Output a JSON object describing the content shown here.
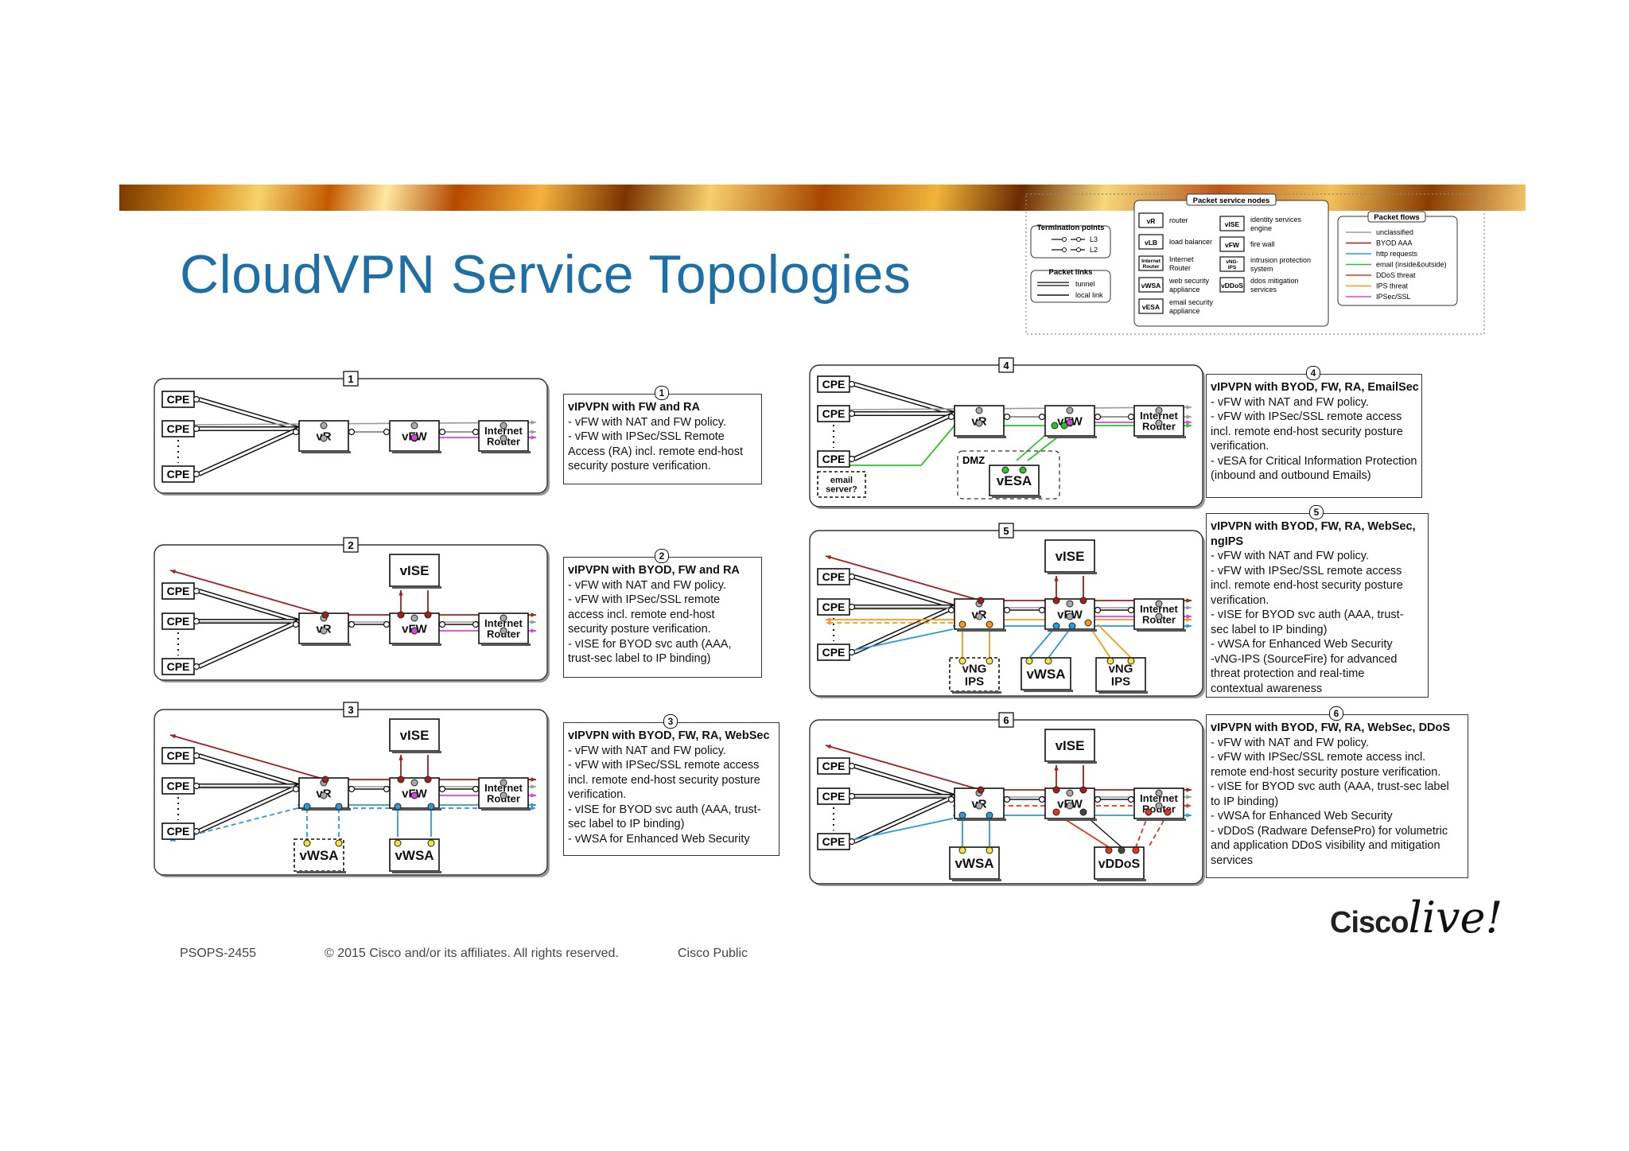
{
  "title": "CloudVPN Service Topologies",
  "footer": {
    "code": "PSOPS-2455",
    "copyright": "© 2015 Cisco and/or its affiliates. All rights reserved.",
    "classification": "Cisco Public",
    "logo_word": "Cisco",
    "logo_script": "live!"
  },
  "legend": {
    "termination_title": "Termination points",
    "termination_items": [
      "L3",
      "L2"
    ],
    "links_title": "Packet links",
    "links_items": [
      "tunnel",
      "local link"
    ],
    "nodes_title": "Packet service nodes",
    "nodes": [
      {
        "abbr": "vR",
        "desc": "router"
      },
      {
        "abbr": "vLB",
        "desc": "load balancer"
      },
      {
        "abbr": "Internet Router",
        "desc": "Internet Router"
      },
      {
        "abbr": "vWSA",
        "desc": "web security appliance"
      },
      {
        "abbr": "vESA",
        "desc": "email security appliance"
      },
      {
        "abbr": "vISE",
        "desc": "identity services engine"
      },
      {
        "abbr": "vFW",
        "desc": "fire wall"
      },
      {
        "abbr": "vNG-IPS",
        "desc": "intrusion protection system"
      },
      {
        "abbr": "vDDoS",
        "desc": "ddos mitigation services"
      }
    ],
    "flows_title": "Packet flows",
    "flows": [
      {
        "label": "unclassified",
        "color": "#9a9a9a"
      },
      {
        "label": "BYOD AAA",
        "color": "#a0201a"
      },
      {
        "label": "http requests",
        "color": "#2a9ad8"
      },
      {
        "label": "email (inside&outside)",
        "color": "#2bc42b"
      },
      {
        "label": "DDoS threat",
        "color": "#e8331c"
      },
      {
        "label": "IPS threat",
        "color": "#f29a1a"
      },
      {
        "label": "IPSec/SSL",
        "color": "#e040e0"
      }
    ]
  },
  "node_labels": {
    "cpe": "CPE",
    "vr": "vR",
    "vfw": "vFW",
    "internet_router": "Internet Router",
    "vise": "vISE",
    "vwsa": "vWSA",
    "vesa": "vESA",
    "vngips": "vNG IPS",
    "vddos": "vDDoS",
    "dmz": "DMZ",
    "email_server": "email server?"
  },
  "topologies": [
    {
      "num": "1",
      "heading": "vIPVPN with FW and RA",
      "lines": [
        "- vFW with NAT and FW policy.",
        "- vFW with IPSec/SSL Remote",
        "Access (RA) incl. remote end-host",
        "security posture verification."
      ]
    },
    {
      "num": "2",
      "heading": "vIPVPN with BYOD, FW and RA",
      "lines": [
        "- vFW with NAT and FW policy.",
        "- vFW with IPSec/SSL remote",
        "access incl. remote end-host",
        "security posture verification.",
        "- vISE for BYOD svc auth (AAA,",
        "trust-sec label to IP binding)"
      ]
    },
    {
      "num": "3",
      "heading": "vIPVPN with BYOD, FW, RA, WebSec",
      "lines": [
        "- vFW with NAT and FW policy.",
        "- vFW with IPSec/SSL remote access",
        "incl. remote end-host security posture",
        "verification.",
        "- vISE for BYOD svc auth (AAA, trust-",
        "sec label to IP binding)",
        "- vWSA for Enhanced Web Security"
      ]
    },
    {
      "num": "4",
      "heading": "vIPVPN with BYOD, FW, RA, EmailSec",
      "lines": [
        "- vFW with NAT and FW policy.",
        "- vFW with IPSec/SSL remote access",
        "incl. remote end-host security posture",
        "verification.",
        "- vESA for Critical Information Protection",
        "(inbound and outbound Emails)"
      ]
    },
    {
      "num": "5",
      "heading": "vIPVPN with BYOD, FW, RA, WebSec, ngIPS",
      "lines": [
        "- vFW with NAT and FW policy.",
        "- vFW with IPSec/SSL remote access",
        "incl. remote end-host security posture",
        "verification.",
        "- vISE for BYOD svc auth (AAA, trust-",
        "sec label to IP binding)",
        "- vWSA for Enhanced Web Security",
        "-vNG-IPS (SourceFire) for advanced",
        "threat protection and real-time",
        "contextual awareness"
      ]
    },
    {
      "num": "6",
      "heading": "vIPVPN with BYOD, FW, RA, WebSec, DDoS",
      "lines": [
        "- vFW with NAT and FW policy.",
        "- vFW with IPSec/SSL remote access incl.",
        "remote end-host security posture verification.",
        "- vISE for BYOD svc auth (AAA, trust-sec label",
        "to IP binding)",
        "- vWSA for Enhanced Web Security",
        "- vDDoS (Radware DefensePro) for volumetric",
        "and application DDoS visibility and mitigation",
        "services"
      ]
    }
  ]
}
